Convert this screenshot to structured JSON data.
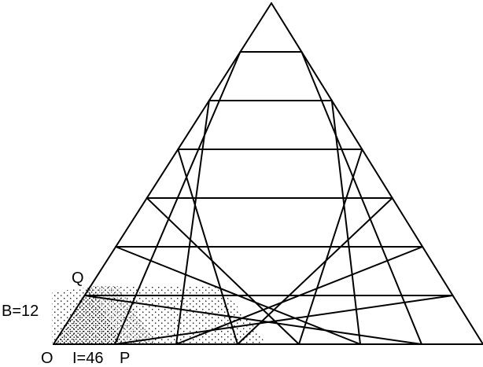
{
  "colors": {
    "ink": "#000000",
    "background": "#ffffff",
    "stipple": "#000000"
  },
  "grid": {
    "divisions": 7
  },
  "labels": {
    "origin": "O",
    "point_p": "P",
    "point_q": "Q",
    "boundary": "B=12",
    "interior": "I=46"
  }
}
